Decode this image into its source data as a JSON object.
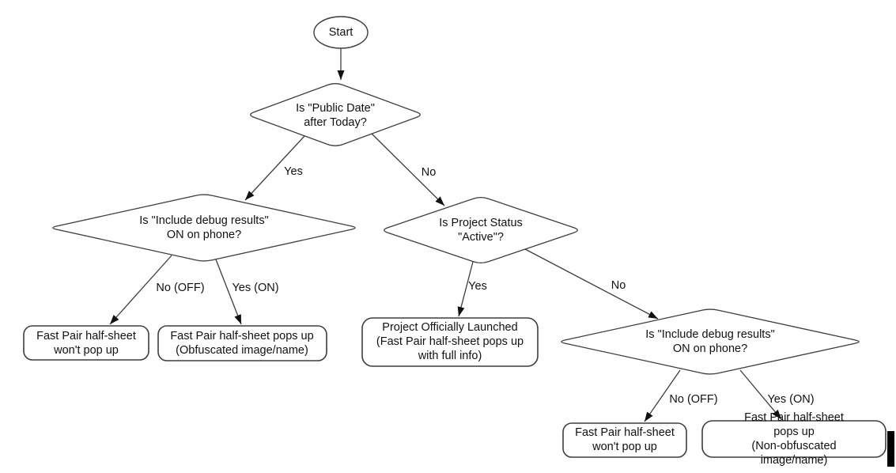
{
  "flowchart": {
    "nodes": {
      "start": {
        "label": "Start"
      },
      "public_date": {
        "label": "Is \"Public Date\"\nafter Today?"
      },
      "debug_left": {
        "label": "Is \"Include debug results\"\nON on phone?"
      },
      "project_status": {
        "label": "Is Project Status\n\"Active\"?"
      },
      "debug_right": {
        "label": "Is \"Include debug results\"\nON on phone?"
      },
      "no_popup_left": {
        "label": "Fast Pair half-sheet\nwon't pop up"
      },
      "obfuscated_popup": {
        "label": "Fast Pair half-sheet pops up\n(Obfuscated image/name)"
      },
      "launched": {
        "label": "Project Officially Launched\n(Fast Pair half-sheet pops up\nwith full info)"
      },
      "no_popup_right": {
        "label": "Fast Pair half-sheet\nwon't pop up"
      },
      "non_obfuscated_popup": {
        "label": "Fast Pair half-sheet pops up\n(Non-obfuscated image/name)"
      }
    },
    "edges": {
      "public_date_yes": "Yes",
      "public_date_no": "No",
      "debug_left_no": "No (OFF)",
      "debug_left_yes": "Yes (ON)",
      "status_yes": "Yes",
      "status_no": "No",
      "debug_right_no": "No (OFF)",
      "debug_right_yes": "Yes (ON)"
    },
    "colors": {
      "shape_stroke": "#3d3d3d",
      "text": "#111111",
      "arrowhead": "#111111",
      "background": "#ffffff"
    }
  }
}
